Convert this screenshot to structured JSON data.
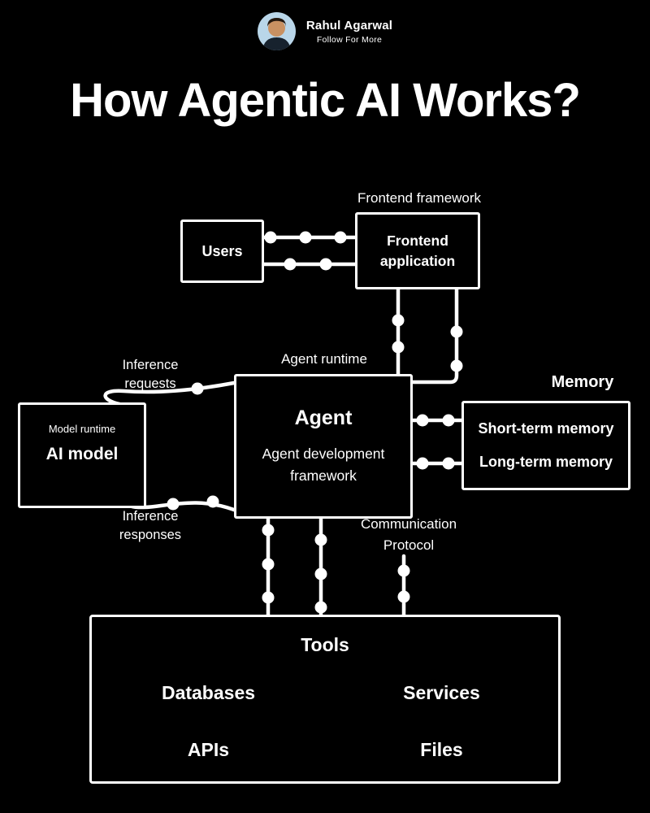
{
  "header": {
    "author": "Rahul Agarwal",
    "subtitle": "Follow For More"
  },
  "title": "How Agentic AI Works?",
  "diagram": {
    "users": {
      "label": "Users"
    },
    "frontend": {
      "framework_label": "Frontend framework",
      "application_label": "Frontend application"
    },
    "agent": {
      "runtime_label": "Agent runtime",
      "title": "Agent",
      "subtitle": "Agent development framework"
    },
    "ai_model": {
      "runtime_label": "Model runtime",
      "title": "AI model",
      "inference_requests_label": "Inference requests",
      "inference_responses_label": "Inference responses"
    },
    "memory": {
      "heading": "Memory",
      "items": [
        "Short-term memory",
        "Long-term memory"
      ]
    },
    "communication_label": "Communication Protocol",
    "tools": {
      "title": "Tools",
      "items": [
        "Databases",
        "Services",
        "APIs",
        "Files"
      ]
    }
  }
}
